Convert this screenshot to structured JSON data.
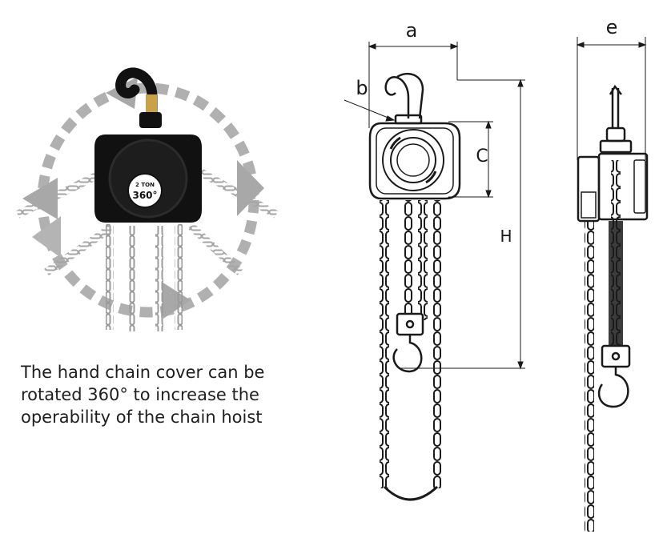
{
  "caption": {
    "line1": "The hand chain cover can be",
    "line2": "rotated 360° to increase the",
    "line3": "operability of the chain hoist"
  },
  "badge": {
    "capacity": "2 TON",
    "rotation": "360°"
  },
  "dimensions": {
    "a": "a",
    "b": "b",
    "c": "C",
    "h": "H",
    "e": "e"
  },
  "colors": {
    "hoist_body": "#111111",
    "rotation_arrows": "#b0b0b0",
    "chain_photo": "#9a9a9a",
    "line_art": "#1a1a1a"
  }
}
